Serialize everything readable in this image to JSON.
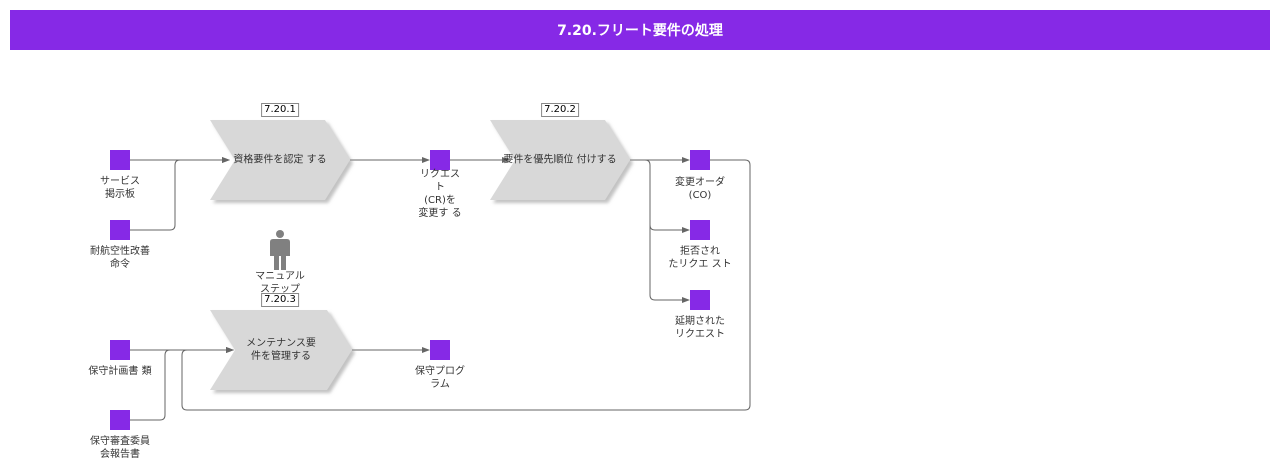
{
  "header": {
    "title": "7.20.フリート要件の処理"
  },
  "colors": {
    "accent": "#8629e6",
    "process_fill": "#d8d8d8",
    "connector": "#666666",
    "manual_icon": "#808080"
  },
  "processes": {
    "p1": {
      "tag": "7.20.1",
      "label": "資格要件を認定 する"
    },
    "p2": {
      "tag": "7.20.2",
      "label": "要件を優先順位 付けする"
    },
    "p3": {
      "tag": "7.20.3",
      "label": "メンテナンス要\n件を管理する"
    }
  },
  "objects": {
    "service_board": "サービス\n掲示板",
    "airworthiness": "耐航空性改善\n命令",
    "change_request": "リクエス\nト\n(CR)を\n変更す る",
    "change_order": "変更オーダ\n(CO)",
    "rejected": "拒否され\nたリクエ スト",
    "deferred": "延期された\nリクエスト",
    "maint_plan": "保守計画書 類",
    "committee_report": "保守審査委員\n会報告書",
    "maint_program": "保守プログ\nラム"
  },
  "manual_step": {
    "icon": "person-icon",
    "label": "マニュアル\nステップ"
  }
}
